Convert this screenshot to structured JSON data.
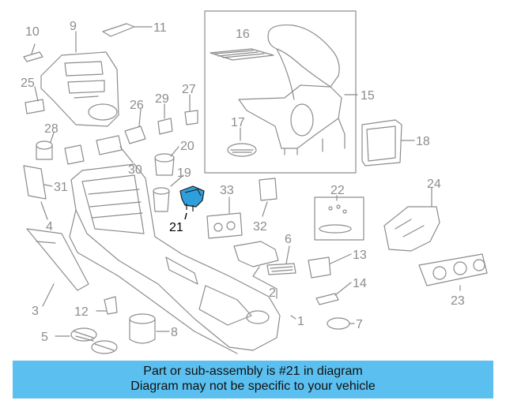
{
  "diagram": {
    "callouts": [
      {
        "id": "c1",
        "label": "1"
      },
      {
        "id": "c2",
        "label": "2"
      },
      {
        "id": "c3",
        "label": "3"
      },
      {
        "id": "c4",
        "label": "4"
      },
      {
        "id": "c5",
        "label": "5"
      },
      {
        "id": "c6",
        "label": "6"
      },
      {
        "id": "c7",
        "label": "7"
      },
      {
        "id": "c8",
        "label": "8"
      },
      {
        "id": "c9",
        "label": "9"
      },
      {
        "id": "c10",
        "label": "10"
      },
      {
        "id": "c11",
        "label": "11"
      },
      {
        "id": "c12",
        "label": "12"
      },
      {
        "id": "c13",
        "label": "13"
      },
      {
        "id": "c14",
        "label": "14"
      },
      {
        "id": "c15",
        "label": "15"
      },
      {
        "id": "c16",
        "label": "16"
      },
      {
        "id": "c17",
        "label": "17"
      },
      {
        "id": "c18",
        "label": "18"
      },
      {
        "id": "c19",
        "label": "19"
      },
      {
        "id": "c20",
        "label": "20"
      },
      {
        "id": "c21",
        "label": "21",
        "highlighted": true
      },
      {
        "id": "c22",
        "label": "22"
      },
      {
        "id": "c23",
        "label": "23"
      },
      {
        "id": "c24",
        "label": "24"
      },
      {
        "id": "c25",
        "label": "25"
      },
      {
        "id": "c26",
        "label": "26"
      },
      {
        "id": "c27",
        "label": "27"
      },
      {
        "id": "c28",
        "label": "28"
      },
      {
        "id": "c29",
        "label": "29"
      },
      {
        "id": "c30",
        "label": "30"
      },
      {
        "id": "c31",
        "label": "31"
      },
      {
        "id": "c32",
        "label": "32"
      },
      {
        "id": "c33",
        "label": "33"
      }
    ],
    "colors": {
      "line": "#8c8c8c",
      "highlight_part": "#2f9fdc",
      "highlight_text": "#000000",
      "banner": "#5bc0f0"
    }
  },
  "banner": {
    "line1": "Part or sub-assembly is #21 in diagram",
    "line2": "Diagram may not be specific to your vehicle"
  }
}
